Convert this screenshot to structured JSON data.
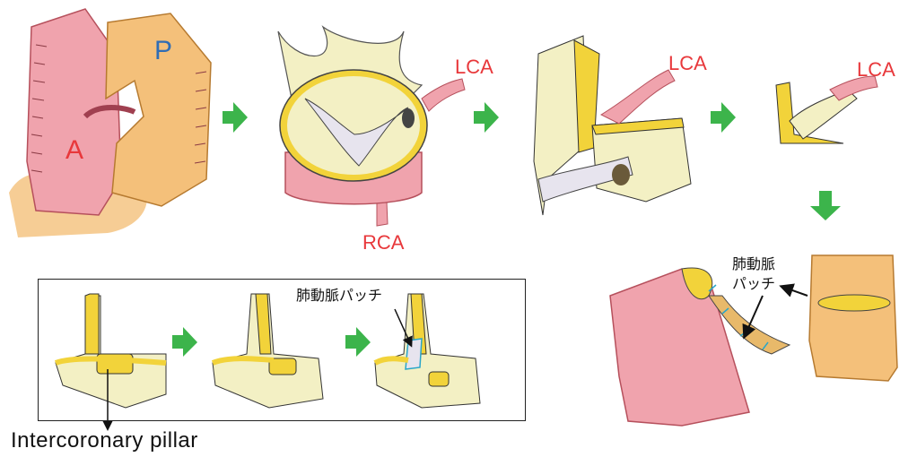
{
  "labels": {
    "aorta": "A",
    "pulmonary": "P",
    "lca_1": "LCA",
    "lca_2": "LCA",
    "lca_3": "LCA",
    "rca": "RCA",
    "patch_inset": "肺動脈パッチ",
    "patch_main_line1": "肺動脈",
    "patch_main_line2": "パッチ",
    "pillar": "Intercoronary pillar"
  },
  "colors": {
    "arrow": "#3cb44b",
    "label_red": "#e8383b",
    "label_blue": "#2f6db5",
    "aorta_pink": "#f0a3ad",
    "pulm_orange": "#f4c07a",
    "wall_yellow": "#f2d33a",
    "tissue_cream": "#f3f0c4",
    "stitch": "#2aa6c9"
  },
  "icons": {
    "step_arrow": "green-right-arrow-icon",
    "down_arrow": "green-down-arrow-icon"
  }
}
